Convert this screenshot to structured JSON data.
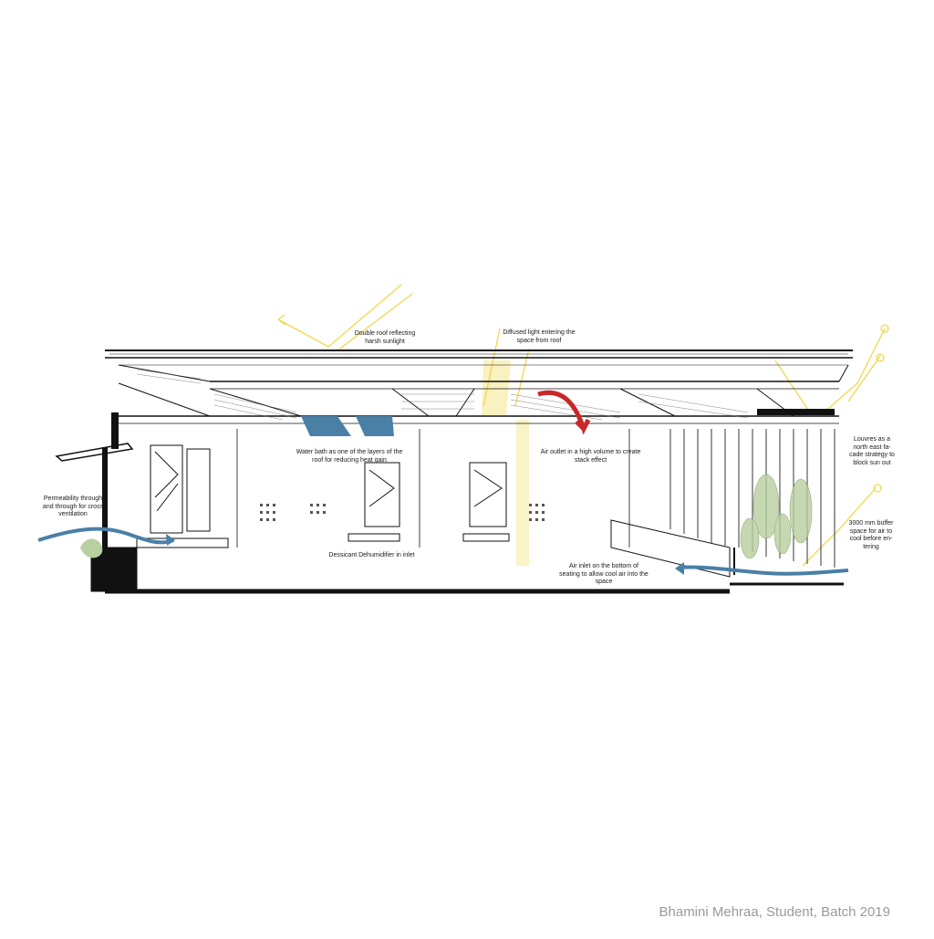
{
  "annotations": {
    "double_roof": "Double roof reflecting harsh sunlight",
    "diffused_light": "Diffused light entering the space from roof",
    "water_bath": "Water bath as one of the layers of the roof for reducing heat gain",
    "air_outlet": "Air outlet in a high volume to create stack effect",
    "louvres": "Louvres as a north east fa-cade strategy to block sun out",
    "permeability": "Permeability through and through for cross ventilation",
    "dessicant": "Dessicant Dehumidifier in inlet",
    "air_inlet": "Air inlet on the bottom of seating to allow cool air into the space",
    "buffer": "3000 mm buffer space for air to cool before en-tering"
  },
  "credit": "Bhamini Mehraa, Student, Batch 2019",
  "colors": {
    "sunlight": "#f0d84a",
    "water": "#4a7fa6",
    "hot_air": "#c8282a",
    "vegetation": "#b8cfa0",
    "ink": "#111111"
  }
}
